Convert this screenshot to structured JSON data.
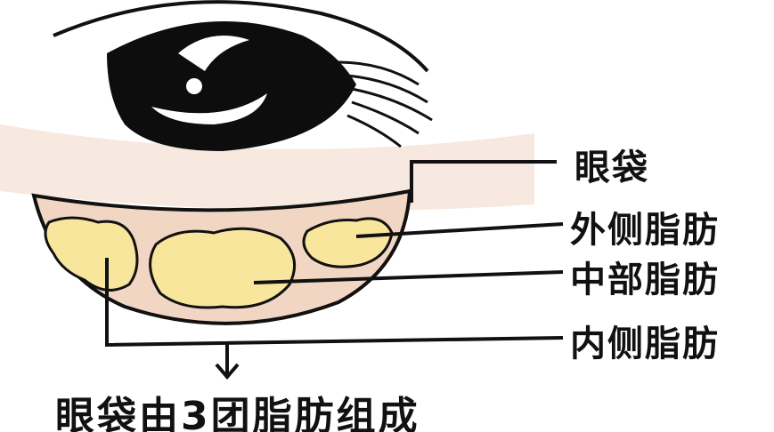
{
  "labels": {
    "eye_bag": "眼袋",
    "outer_fat": "外侧脂肪",
    "middle_fat": "中部脂肪",
    "inner_fat": "内侧脂肪"
  },
  "caption": "眼袋由3团脂肪组成",
  "colors": {
    "skin": "#f6e6dc",
    "bag": "#f1d6c4",
    "fat": "#f8e69c",
    "outline": "#111111"
  }
}
